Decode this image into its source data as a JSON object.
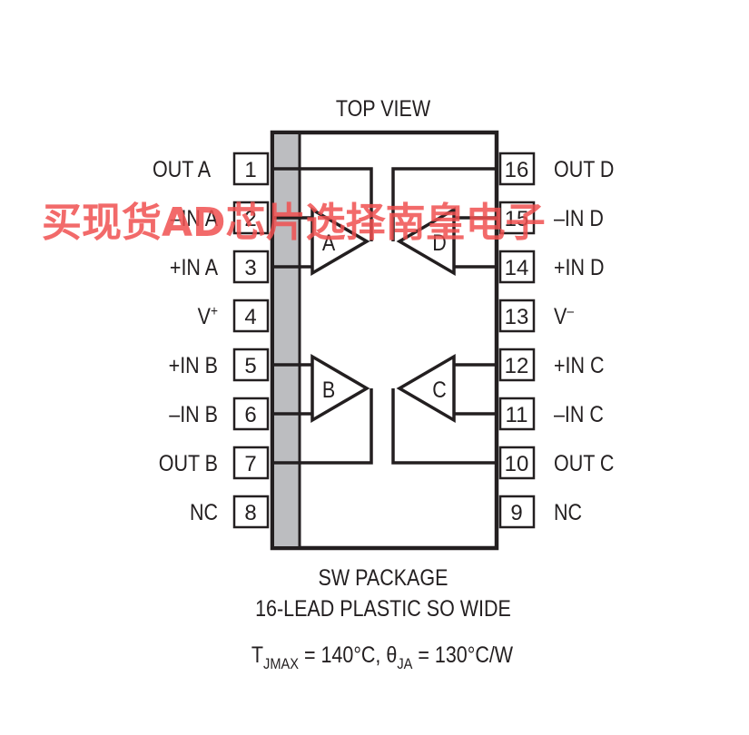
{
  "title": "TOP VIEW",
  "package_name": "SW PACKAGE",
  "package_desc": "16-LEAD PLASTIC SO WIDE",
  "thermal": {
    "t_symbol": "T",
    "t_sub": "JMAX",
    "t_value": " = 140°C, ",
    "theta_symbol": "θ",
    "theta_sub": "JA",
    "theta_value": " = 130°C/W"
  },
  "pins_left": [
    {
      "num": "1",
      "label": "OUT A"
    },
    {
      "num": "2",
      "label": "–IN A"
    },
    {
      "num": "3",
      "label": "+IN A"
    },
    {
      "num": "4",
      "label": "V+"
    },
    {
      "num": "5",
      "label": "+IN B"
    },
    {
      "num": "6",
      "label": "–IN B"
    },
    {
      "num": "7",
      "label": "OUT B"
    },
    {
      "num": "8",
      "label": "NC"
    }
  ],
  "pins_right": [
    {
      "num": "16",
      "label": "OUT D"
    },
    {
      "num": "15",
      "label": "–IN D"
    },
    {
      "num": "14",
      "label": "+IN D"
    },
    {
      "num": "13",
      "label": "V–"
    },
    {
      "num": "12",
      "label": "+IN C"
    },
    {
      "num": "11",
      "label": "–IN C"
    },
    {
      "num": "10",
      "label": "OUT C"
    },
    {
      "num": "9",
      "label": "NC"
    }
  ],
  "amplifiers": [
    "A",
    "B",
    "C",
    "D"
  ],
  "watermark": "买现货AD芯片选择南皇电子"
}
